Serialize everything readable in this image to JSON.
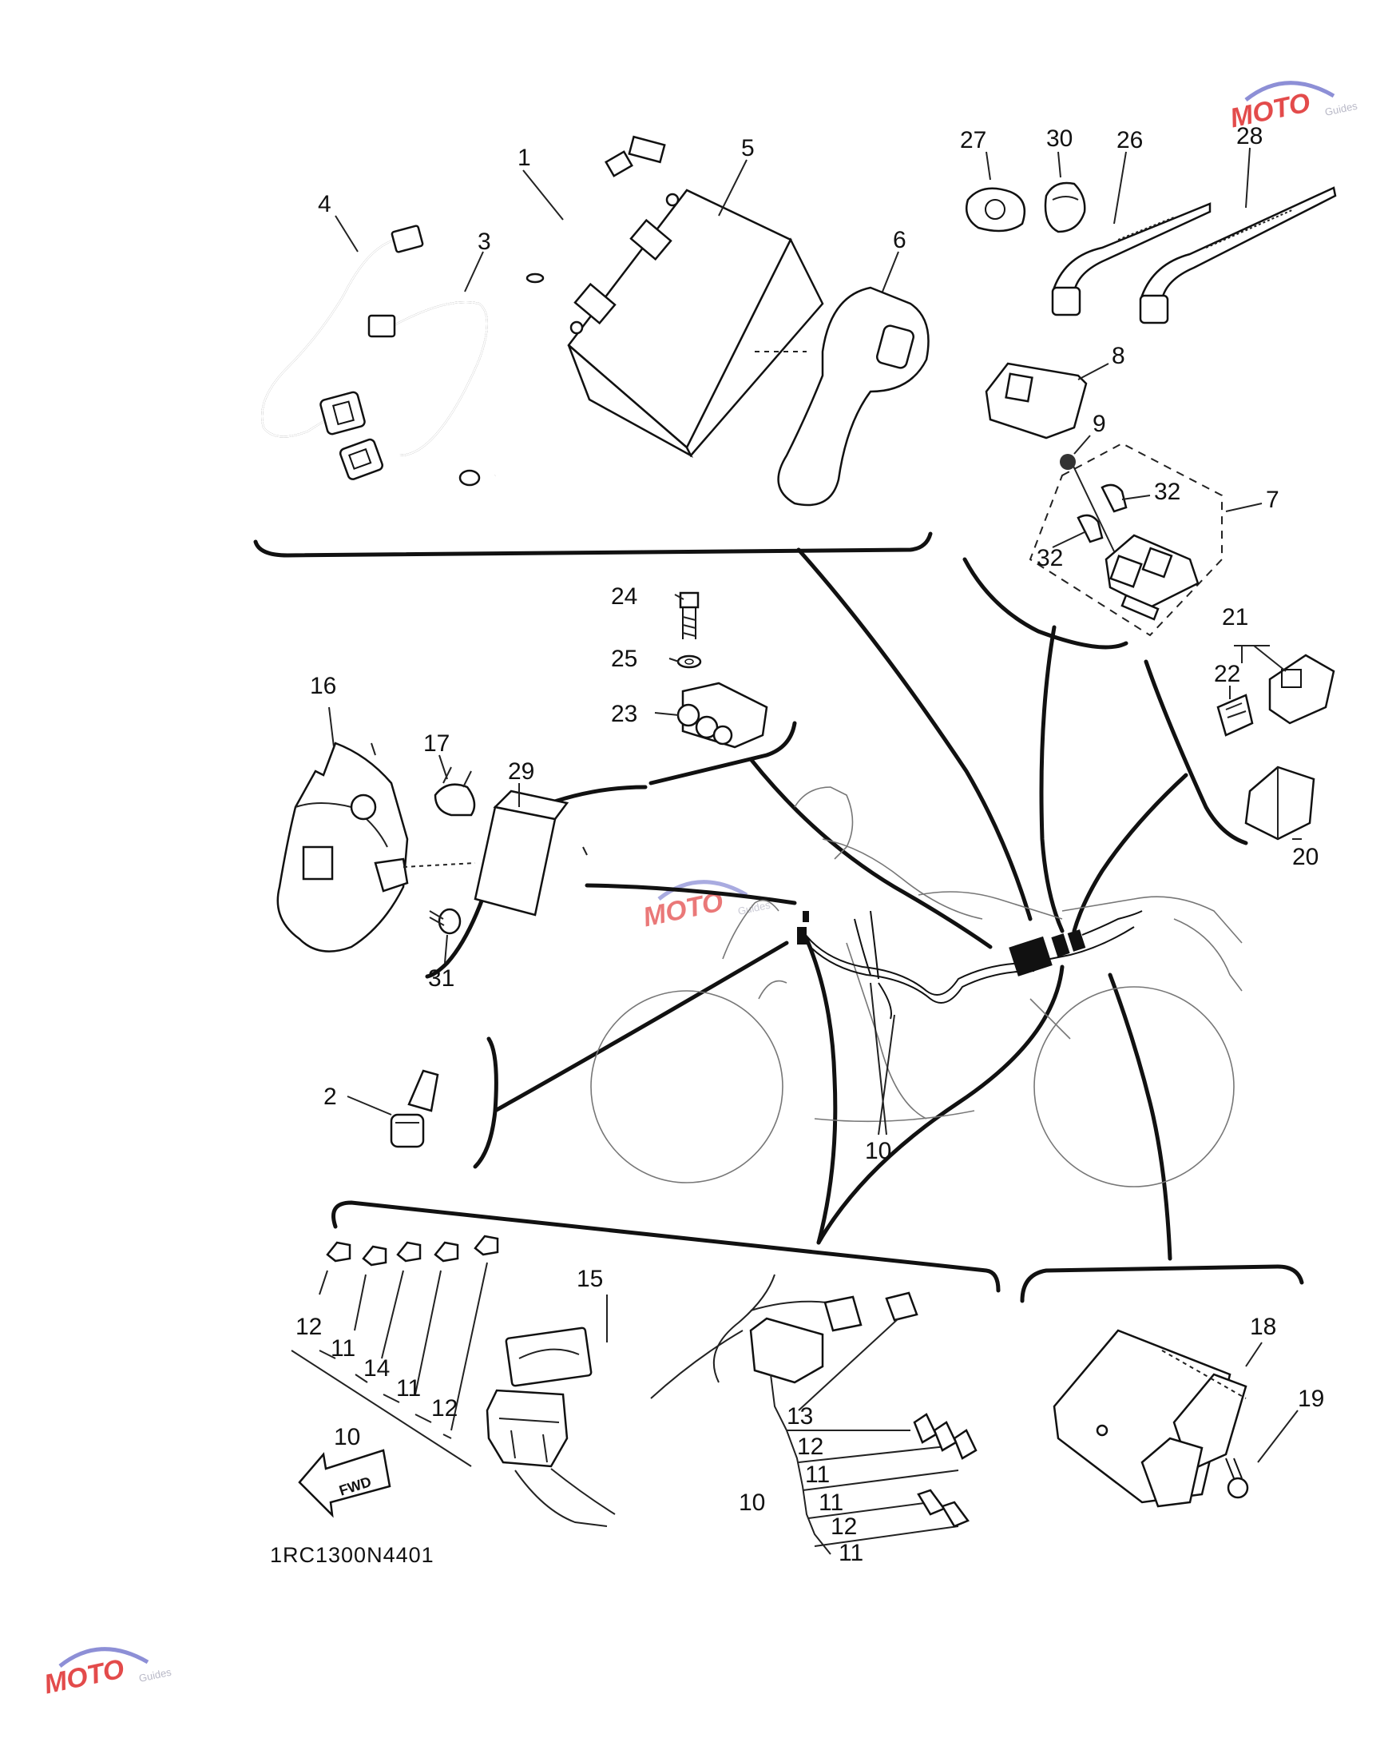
{
  "diagram": {
    "code": "1RC1300N4401",
    "fwd_label": "FWD",
    "watermark": {
      "brand": "MOTO",
      "sub": "Guides"
    },
    "callouts": {
      "c1": "1",
      "c2": "2",
      "c3": "3",
      "c4": "4",
      "c5": "5",
      "c6": "6",
      "c7": "7",
      "c8": "8",
      "c9": "9",
      "c10a": "10",
      "c10b": "10",
      "c10c": "10",
      "c11a": "11",
      "c11b": "11",
      "c11c": "11",
      "c11d": "11",
      "c11e": "11",
      "c12a": "12",
      "c12b": "12",
      "c12c": "12",
      "c12d": "12",
      "c13": "13",
      "c14": "14",
      "c15": "15",
      "c16": "16",
      "c17": "17",
      "c18": "18",
      "c19": "19",
      "c20": "20",
      "c21": "21",
      "c22": "22",
      "c23": "23",
      "c24": "24",
      "c25": "25",
      "c26": "26",
      "c27": "27",
      "c28": "28",
      "c29": "29",
      "c30": "30",
      "c31": "31",
      "c32a": "32",
      "c32b": "32"
    }
  }
}
